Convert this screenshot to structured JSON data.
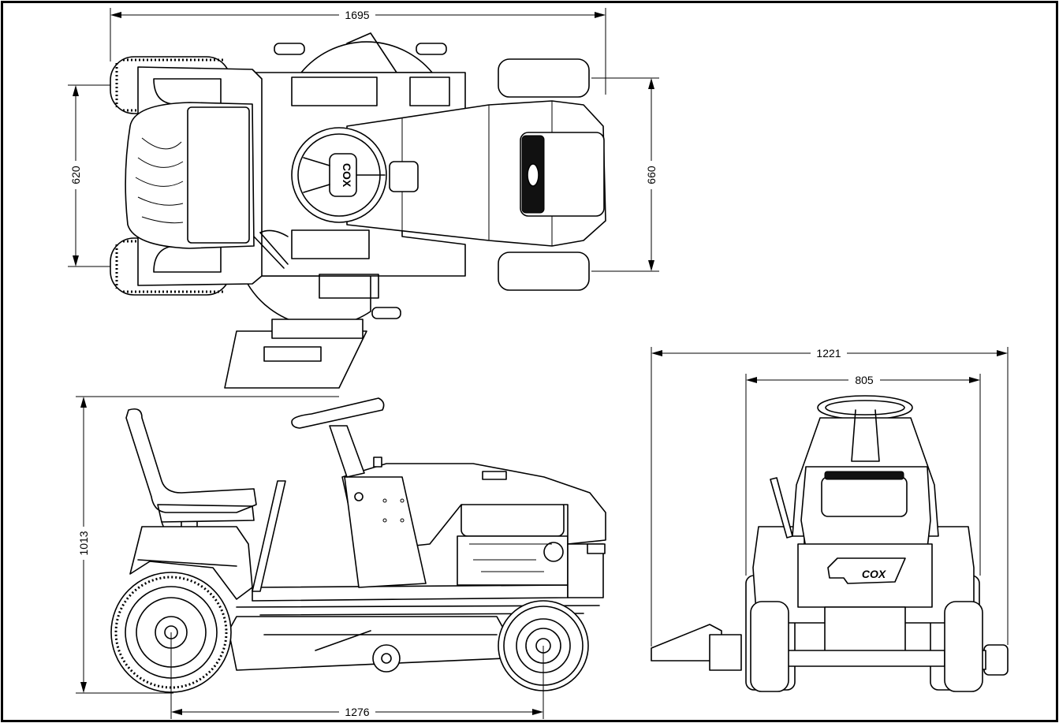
{
  "dimensions": {
    "top_length": "1695",
    "top_rear_width": "620",
    "top_front_width": "660",
    "front_total_width": "1221",
    "front_track_width": "805",
    "side_height": "1013",
    "side_wheelbase": "1276"
  },
  "brand": {
    "logo_text": "COX"
  }
}
